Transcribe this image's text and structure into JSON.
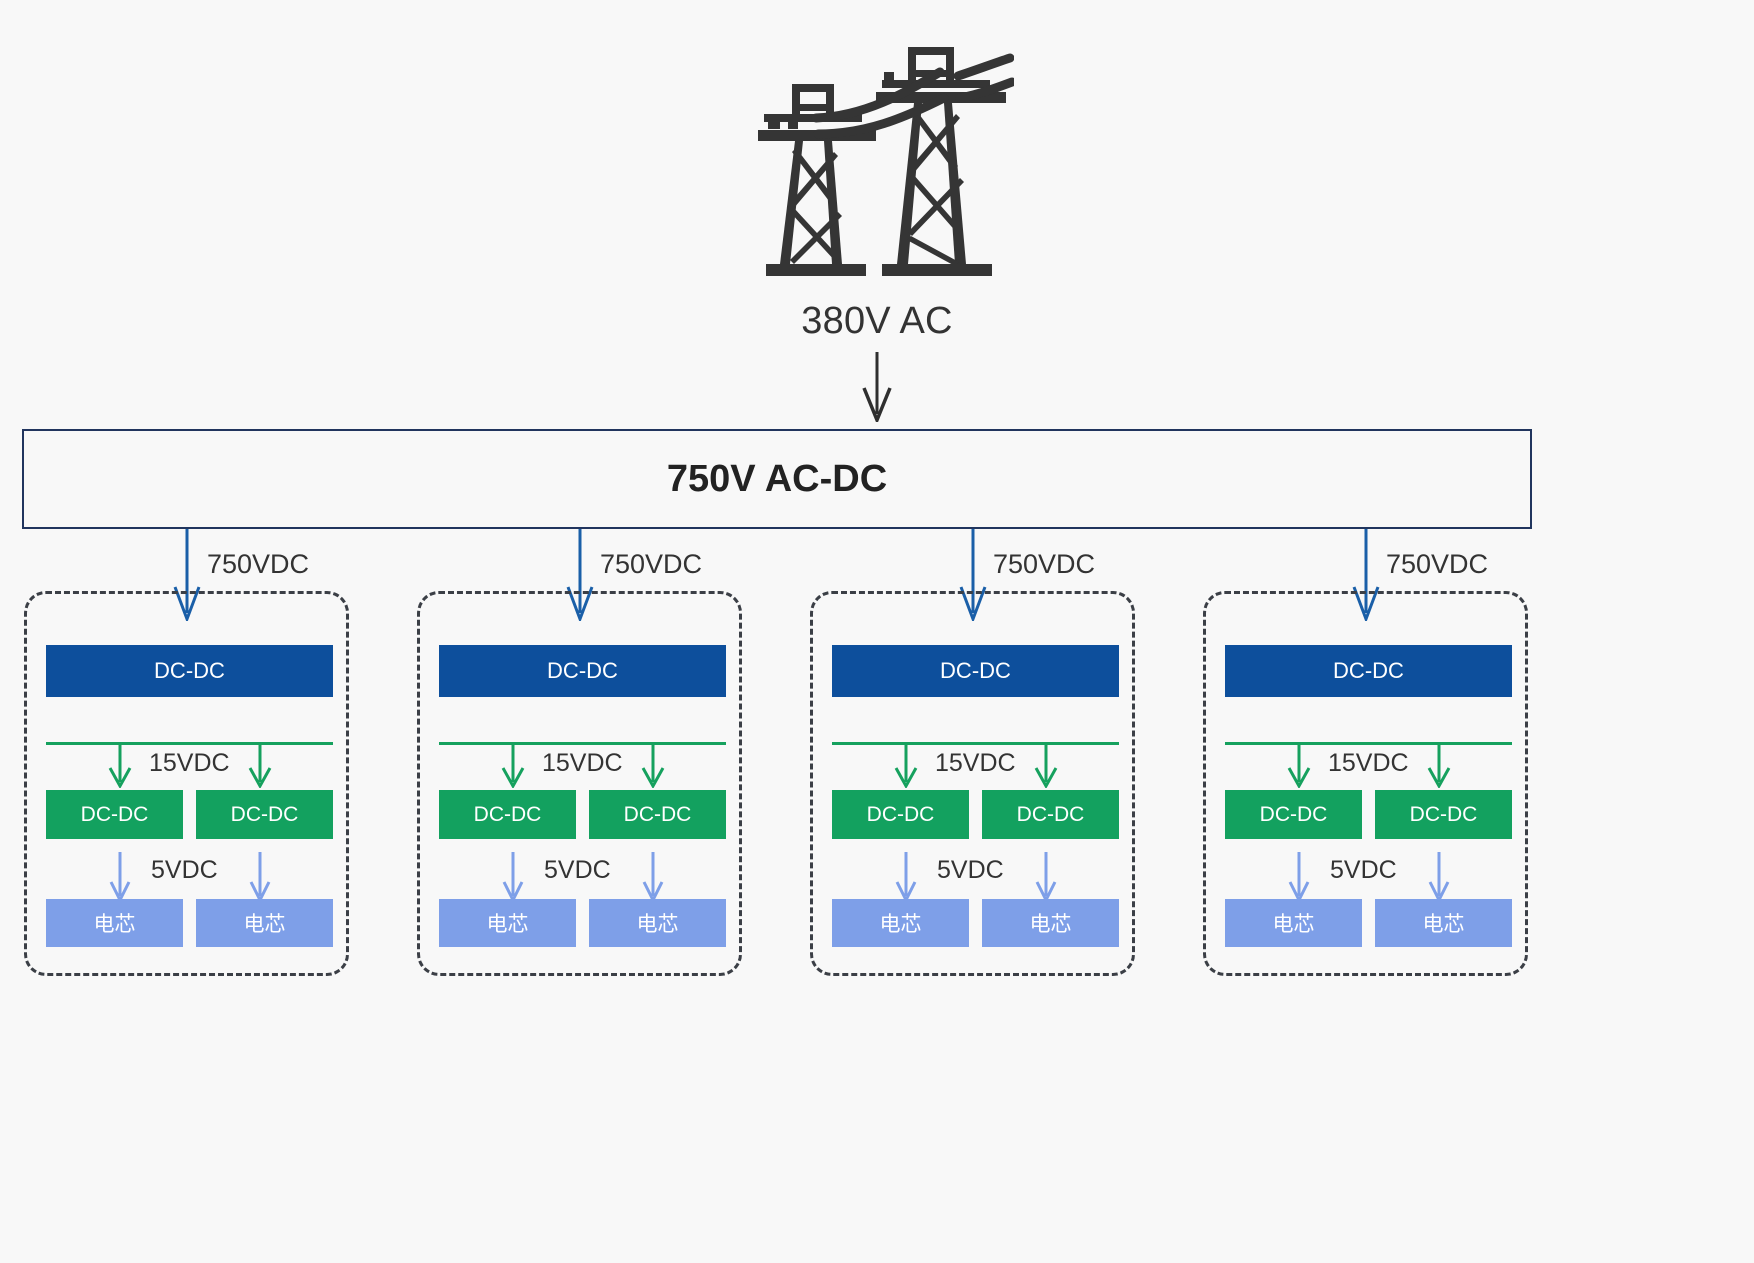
{
  "diagram": {
    "title_source": "380V AC",
    "source_icon": "power-transmission-tower-icon",
    "source_label": "380V AC",
    "converter": {
      "label": "750V AC-DC",
      "border_color": "#21355e"
    },
    "branch_label": "750VDC",
    "colors": {
      "background": "#f8f8f8",
      "icon": "#353535",
      "primary_blue": "#0d4f9c",
      "arrow_blue": "#1a5fa8",
      "green": "#13a15f",
      "bus_green": "#16a15e",
      "cell_blue": "#7e9fe8",
      "dash_gray": "#3b3f46",
      "text": "#333333"
    },
    "groups": [
      {
        "name": "module-group-1",
        "branch_label": "750VDC",
        "primary": "DC-DC",
        "bus_label": "15VDC",
        "secondary": [
          "DC-DC",
          "DC-DC"
        ],
        "cell_label": "5VDC",
        "cells": [
          "电芯",
          "电芯"
        ]
      },
      {
        "name": "module-group-2",
        "branch_label": "750VDC",
        "primary": "DC-DC",
        "bus_label": "15VDC",
        "secondary": [
          "DC-DC",
          "DC-DC"
        ],
        "cell_label": "5VDC",
        "cells": [
          "电芯",
          "电芯"
        ]
      },
      {
        "name": "module-group-3",
        "branch_label": "750VDC",
        "primary": "DC-DC",
        "bus_label": "15VDC",
        "secondary": [
          "DC-DC",
          "DC-DC"
        ],
        "cell_label": "5VDC",
        "cells": [
          "电芯",
          "电芯"
        ]
      },
      {
        "name": "module-group-4",
        "branch_label": "750VDC",
        "primary": "DC-DC",
        "bus_label": "15VDC",
        "secondary": [
          "DC-DC",
          "DC-DC"
        ],
        "cell_label": "5VDC",
        "cells": [
          "电芯",
          "电芯"
        ]
      }
    ]
  }
}
